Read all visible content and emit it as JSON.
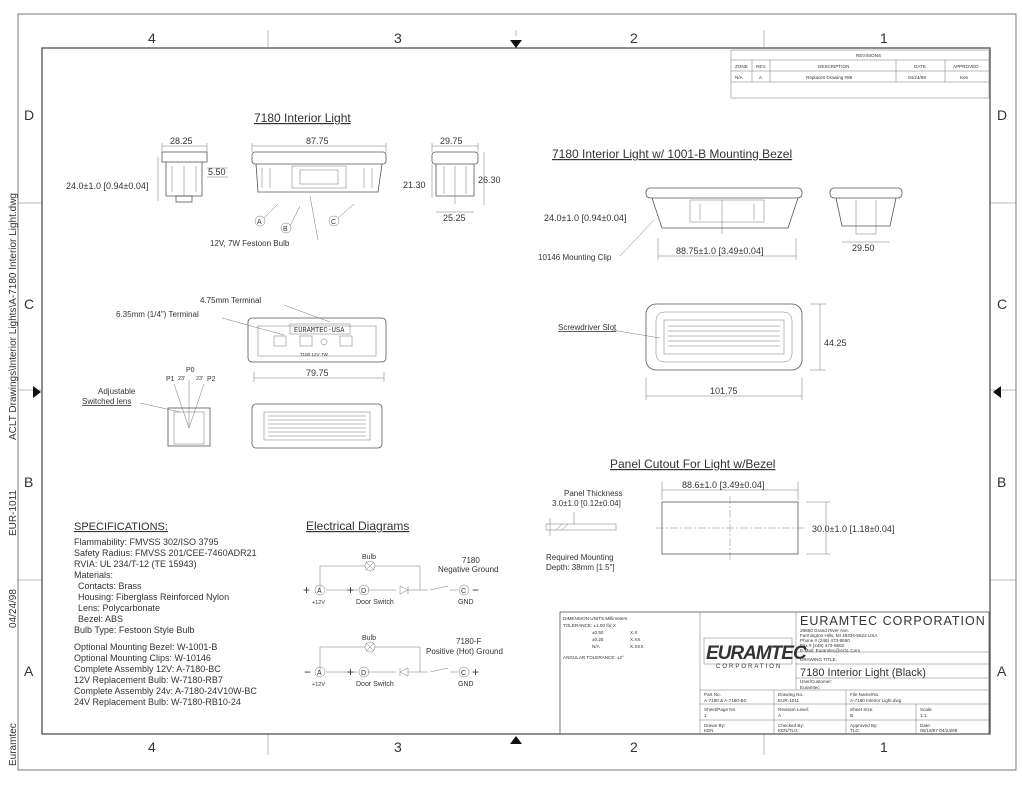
{
  "frame": {
    "col_labels": [
      "4",
      "3",
      "2",
      "1"
    ],
    "row_labels": [
      "D",
      "C",
      "B",
      "A"
    ],
    "side_text": {
      "path": "ACLT Drawings\\Interior Lights\\A-7180 Interior Light.dwg",
      "part": "EUR-1011",
      "date": "04/24/98",
      "company": "Euramtec"
    }
  },
  "revisions": {
    "title": "REVISIONS",
    "headers": [
      "ZONE",
      "REV.",
      "DESCRIPTION",
      "DATE",
      "APPROVED"
    ],
    "row": [
      "N/A",
      "A",
      "Replaces Drawing #89",
      "04/24/98",
      "Ken"
    ]
  },
  "view_interior": {
    "title": "7180 Interior Light",
    "dims": {
      "side_width": "28.25",
      "side_height": "24.0±1.0 [0.94±0.04]",
      "side_lip": "5.50",
      "front_width": "87.75",
      "end_width": "29.75",
      "end_h1": "21.30",
      "end_h2": "26.30",
      "end_bottom": "25.25"
    },
    "callouts": [
      "A",
      "B",
      "C"
    ],
    "bulb_label": "12V, 7W Festoon Bulb"
  },
  "view_bezel": {
    "title": "7180 Interior Light w/ 1001-B Mounting Bezel",
    "height": "24.0±1.0 [0.94±0.04]",
    "width": "88.75±1.0 [3.49±0.04]",
    "clip": "10146 Mounting Clip",
    "end_width": "29.50"
  },
  "view_terminal": {
    "term_475": "4.75mm Terminal",
    "term_635": "6.35mm (1/4\") Terminal",
    "label_brand": "EURAMTEC-USA",
    "label_sub": "7180  12V  7W",
    "width": "79.75"
  },
  "view_lens": {
    "p0": "P0",
    "p1": "P1",
    "p2": "P2",
    "ang1": "23'",
    "ang2": "23'",
    "label1": "Adjustable",
    "label2": "Switched lens"
  },
  "view_front": {
    "slot_label": "Screwdriver Slot",
    "height": "44.25",
    "width": "101.75"
  },
  "panel_cutout": {
    "title": "Panel Cutout For Light w/Bezel",
    "width": "88.6±1.0 [3.49±0.04]",
    "height": "30.0±1.0 [1.18±0.04]",
    "thickness_label": "Panel Thickness",
    "thickness": "3.0±1.0 [0.12±0.04]",
    "depth1": "Required Mounting",
    "depth2": "Depth: 38mm [1.5\"]"
  },
  "specifications": {
    "title": "SPECIFICATIONS:",
    "lines": [
      "Flammability: FMVSS 302/ISO 3795",
      "Safety Radius: FMVSS 201/CEE-7460ADR21",
      "RVIA: UL 234/T-12 (TE 15943)",
      "Materials:",
      "  Contacts: Brass",
      "  Housing: Fiberglass Reinforced Nylon",
      "  Lens: Polycarbonate",
      "  Bezel: ABS",
      "Bulb Type: Festoon Style Bulb"
    ],
    "lines2": [
      "Optional Mounting Bezel: W-1001-B",
      "Optional Mounting Clips: W-10146",
      "Complete Assembly 12V: A-7180-BC",
      "12V Replacement Bulb: W-7180-RB7",
      "Complete Assembly 24v: A-7180-24V10W-BC",
      "24V Replacement Bulb: W-7180-RB10-24"
    ]
  },
  "electrical": {
    "title": "Electrical Diagrams",
    "d1": {
      "bulb": "Bulb",
      "name": "7180",
      "ground": "Negative Ground",
      "a": "A",
      "a_sub": "+12V",
      "d": "D",
      "d_sub": "Door Switch",
      "c": "C",
      "c_sub": "GND",
      "plus": "+",
      "minus": "−"
    },
    "d2": {
      "bulb": "Bulb",
      "name": "7180-F",
      "ground": "Positive (Hot) Ground",
      "a": "A",
      "a_sub": "+12V",
      "d": "D",
      "d_sub": "Door Switch",
      "c": "C",
      "c_sub": "GND",
      "plus": "+",
      "minus": "−"
    }
  },
  "title_block": {
    "dim_units": "DIMENSION UNITS:Millimeters",
    "tol_label": "TOLERANCE: ±1.00   for X",
    "tol_rows": [
      [
        "±0.50",
        "X.X"
      ],
      [
        "±0.25",
        "X.XX"
      ],
      [
        "N/A",
        "X.XXX"
      ]
    ],
    "angular": "ANGULAR TOLERANCE: ±2°",
    "logo": "EURAMTEC",
    "logo_sub": "CORPORATION",
    "company": "EURAMTEC CORPORATION",
    "address": [
      "29650 Grand River Ave.",
      "Farmington Hills, MI 48336-5622 USA",
      "Phone # (248) 473-8660",
      "Fax # (248) 473-8662",
      "E-Mail: Euramtec@AOL.Com"
    ],
    "drawing_title_label": "DRAWING TITLE:",
    "drawing_title": "7180 Interior Light (Black)",
    "customer_label": "User/Customer:",
    "customer": "Euramtec",
    "cells": [
      {
        "label": "Part No.",
        "value": "A-7180 & A-7180-BC"
      },
      {
        "label": "Drawing No.",
        "value": "EUR-1011"
      },
      {
        "label": "File Name/No.",
        "value": "A-7180 Interior Light.dwg"
      },
      {
        "label": "Sheet/Page No.",
        "value": "1"
      },
      {
        "label": "Revision Level:",
        "value": "A"
      },
      {
        "label": "Sheet Size:",
        "value": "B"
      },
      {
        "label": "Scale:",
        "value": "1:1"
      },
      {
        "label": "Drawn By:",
        "value": "KEN"
      },
      {
        "label": "Checked By:",
        "value": "KEN/TLG"
      },
      {
        "label": "Approved By:",
        "value": "TLG"
      },
      {
        "label": "Date:",
        "value": "05/19/97-04/24/98"
      }
    ]
  }
}
